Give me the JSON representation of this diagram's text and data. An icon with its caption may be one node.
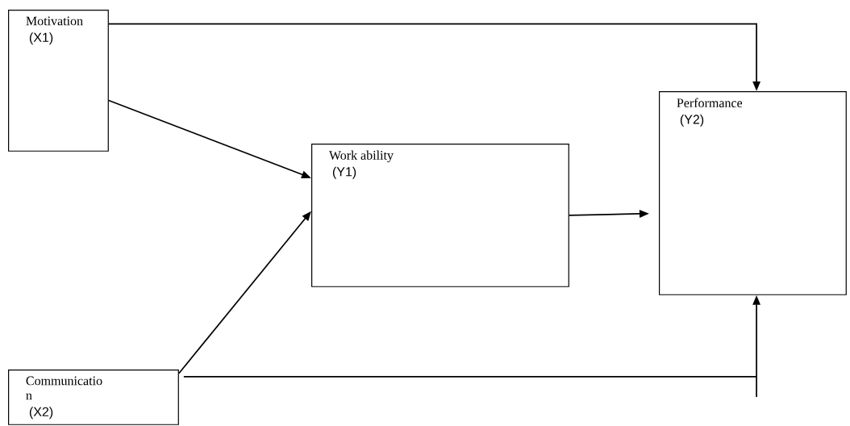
{
  "diagram": {
    "nodes": [
      {
        "text": [
          "Motivation",
          "(X1)"
        ]
      },
      {
        "text": [
          "Communicatio n",
          "(X2)"
        ]
      },
      {
        "text": [
          "Work ability",
          "(Y1)"
        ]
      },
      {
        "text": [
          "Performance",
          "(Y2)"
        ]
      }
    ],
    "edges": [
      {
        "from": 0,
        "to": 2,
        "arrow": "to"
      },
      {
        "from": 1,
        "to": 2,
        "arrow": "to"
      },
      {
        "from": 2,
        "to": 3,
        "arrow": "to"
      },
      {
        "from": 0,
        "to": 3,
        "arrow": "to"
      },
      {
        "from": 1,
        "to": 3,
        "arrow": "to"
      }
    ]
  }
}
